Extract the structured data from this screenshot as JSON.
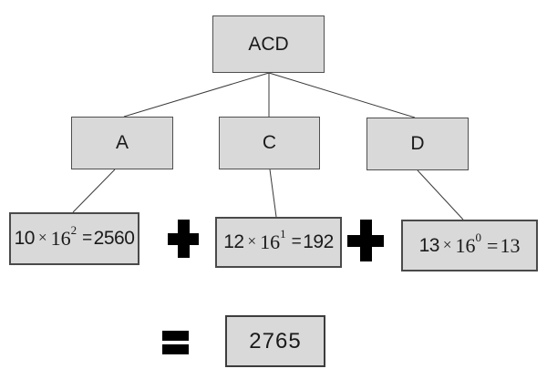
{
  "diagram": {
    "title": "hex-to-decimal-conversion-tree",
    "root": {
      "label": "ACD"
    },
    "digits": [
      {
        "label": "A"
      },
      {
        "label": "C"
      },
      {
        "label": "D"
      }
    ],
    "formulas": [
      {
        "coeff": "10",
        "times": "×",
        "base": "16",
        "exp": "2",
        "eq": "=",
        "result": "2560"
      },
      {
        "coeff": "12",
        "times": "×",
        "base": "16",
        "exp": "1",
        "eq": "=",
        "result": "192"
      },
      {
        "coeff": "13",
        "times": "×",
        "base": "16",
        "exp": "0",
        "eq": "=",
        "result": "13"
      }
    ],
    "operators": {
      "plus": "+",
      "equals": "="
    },
    "total": {
      "value": "2765"
    },
    "colors": {
      "box_fill": "#d9d9d9",
      "box_border": "#4f4f4f",
      "line": "#3a3a3a",
      "operator": "#000000",
      "background": "#ffffff"
    }
  }
}
